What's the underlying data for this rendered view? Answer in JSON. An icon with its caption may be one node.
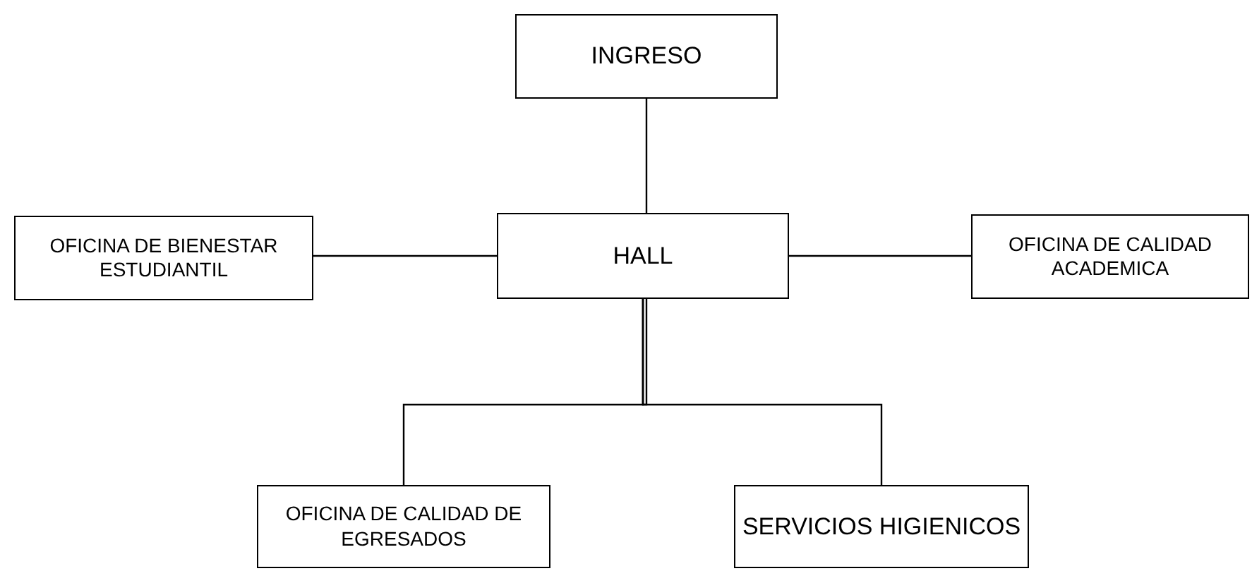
{
  "diagram": {
    "nodes": [
      {
        "text": [
          "INGRESO"
        ]
      },
      {
        "text": [
          "OFICINA DE BIENESTAR ESTUDIANTIL"
        ]
      },
      {
        "text": [
          "HALL"
        ]
      },
      {
        "text": [
          "OFICINA DE CALIDAD ACADEMICA"
        ]
      },
      {
        "text": [
          "OFICINA DE CALIDAD DE EGRESADOS"
        ]
      },
      {
        "text": [
          "SERVICIOS HIGIENICOS"
        ]
      }
    ],
    "edges": [
      {
        "from": 0,
        "to": 2,
        "arrow": "none"
      },
      {
        "from": 2,
        "to": 1,
        "arrow": "none"
      },
      {
        "from": 2,
        "to": 3,
        "arrow": "none"
      },
      {
        "from": 2,
        "to": 4,
        "arrow": "none"
      },
      {
        "from": 2,
        "to": 5,
        "arrow": "none"
      }
    ]
  }
}
